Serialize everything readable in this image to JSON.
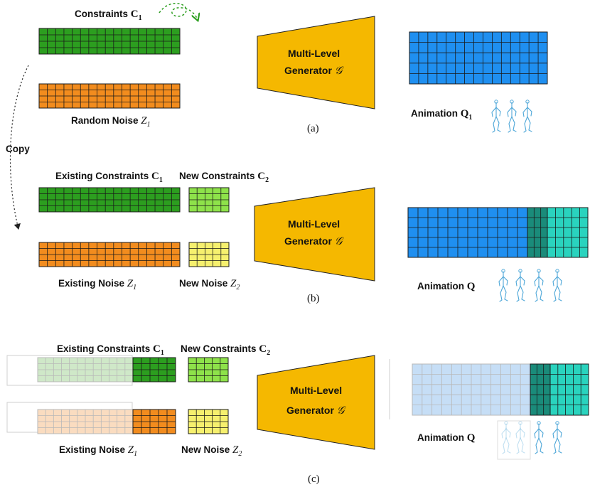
{
  "colors": {
    "constraint": "#2c9e1f",
    "constraint_new": "#8ee24a",
    "noise": "#f28c1e",
    "noise_new": "#f6f06e",
    "animation": "#1f8ff0",
    "animation_new_dark": "#1a8b7a",
    "animation_new": "#2ad3be",
    "generator": "#f5b800",
    "faded_constraint": "#cfe8c8",
    "faded_noise": "#fadcc0",
    "faded_animation": "#c6def6",
    "skeleton": "#4ea7d8"
  },
  "panels": {
    "a": {
      "label": "(a)",
      "constraints": {
        "text": "Constraints ",
        "sym": "C",
        "sub": "1"
      },
      "noise": {
        "text": "Random Noise ",
        "sym": "Z",
        "sub": "1"
      },
      "generator": {
        "line1": "Multi-Level",
        "line2": "Generator ",
        "sym": "𝒢"
      },
      "animation": {
        "text": "Animation ",
        "sym": "Q",
        "sub": "1"
      }
    },
    "copy": "Copy",
    "b": {
      "label": "(b)",
      "existing_constraints": {
        "text": "Existing Constraints ",
        "sym": "C",
        "sub": "1"
      },
      "new_constraints": {
        "text": "New Constraints ",
        "sym": "C",
        "sub": "2"
      },
      "existing_noise": {
        "text": "Existing Noise ",
        "sym": "Z",
        "sub": "1"
      },
      "new_noise": {
        "text": "New Noise ",
        "sym": "Z",
        "sub": "2"
      },
      "generator": {
        "line1": "Multi-Level",
        "line2": "Generator ",
        "sym": "𝒢"
      },
      "animation": {
        "text": "Animation ",
        "sym": "Q"
      }
    },
    "c": {
      "label": "(c)",
      "existing_constraints": {
        "text": "Existing Constraints ",
        "sym": "C",
        "sub": "1"
      },
      "new_constraints": {
        "text": "New Constraints ",
        "sym": "C",
        "sub": "2"
      },
      "existing_noise": {
        "text": "Existing Noise ",
        "sym": "Z",
        "sub": "1"
      },
      "new_noise": {
        "text": "New Noise ",
        "sym": "Z",
        "sub": "2"
      },
      "generator": {
        "line1": "Multi-Level",
        "line2": "Generator ",
        "sym": "𝒢"
      },
      "animation": {
        "text": "Animation ",
        "sym": "Q"
      }
    }
  }
}
